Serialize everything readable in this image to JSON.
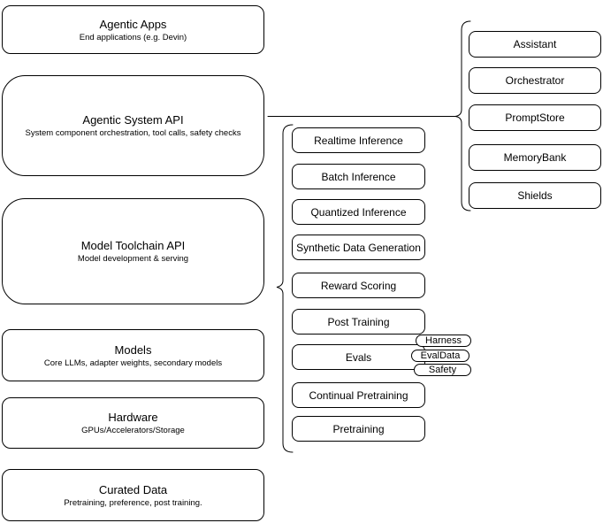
{
  "left_stack": [
    {
      "title": "Agentic Apps",
      "subtitle": "End applications (e.g. Devin)"
    },
    {
      "title": "Agentic System API",
      "subtitle": "System component orchestration, tool calls, safety checks"
    },
    {
      "title": "Model Toolchain API",
      "subtitle": "Model development & serving"
    },
    {
      "title": "Models",
      "subtitle": "Core LLMs, adapter weights, secondary models"
    },
    {
      "title": "Hardware",
      "subtitle": "GPUs/Accelerators/Storage"
    },
    {
      "title": "Curated Data",
      "subtitle": "Pretraining, preference, post training."
    }
  ],
  "toolchain_items": [
    "Realtime Inference",
    "Batch Inference",
    "Quantized Inference",
    "Synthetic Data Generation",
    "Reward Scoring",
    "Post Training",
    "Evals",
    "Continual Pretraining",
    "Pretraining"
  ],
  "eval_tags": [
    "Harness",
    "EvalData",
    "Safety"
  ],
  "agentic_items": [
    "Assistant",
    "Orchestrator",
    "PromptStore",
    "MemoryBank",
    "Shields"
  ],
  "colors": {
    "stroke": "#000000",
    "background": "#ffffff",
    "text": "#000000"
  }
}
